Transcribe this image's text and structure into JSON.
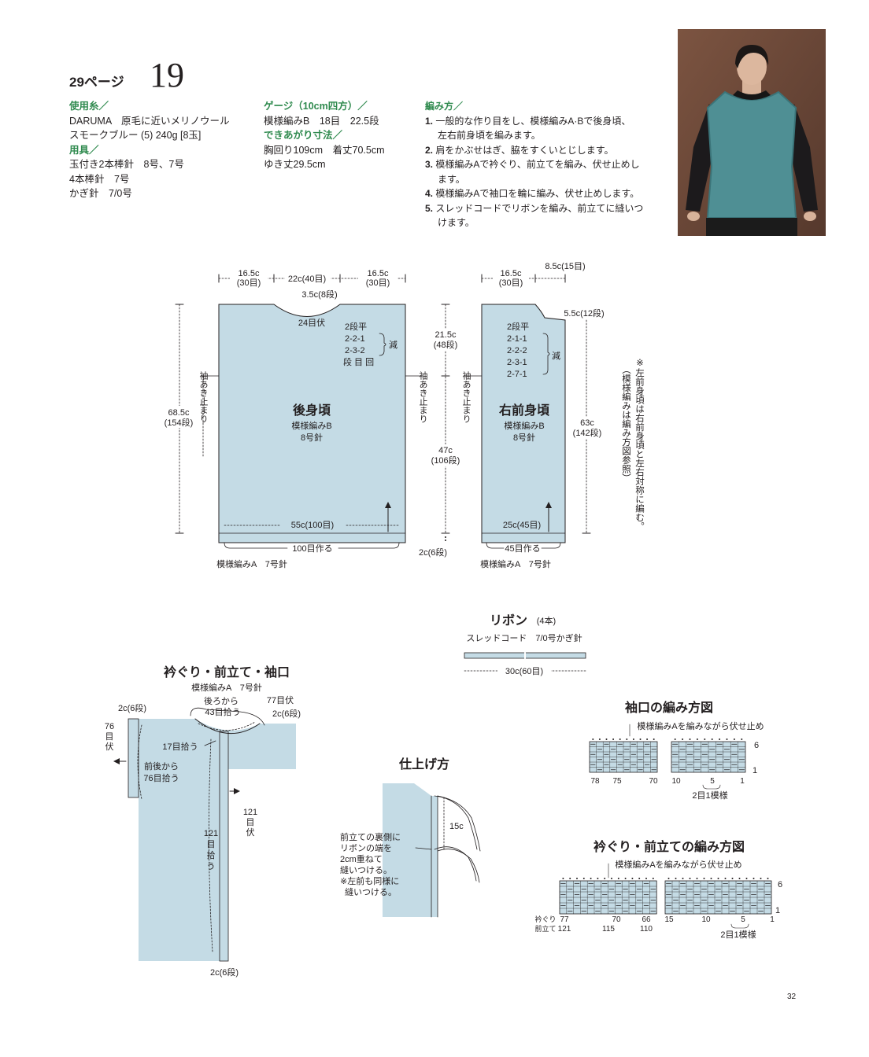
{
  "header": {
    "page_ref": "29ページ",
    "pattern_no": "19"
  },
  "materials": {
    "yarn_label": "使用糸／",
    "yarn_lines": [
      "DARUMA　原毛に近いメリノウール",
      "スモークブルー (5) 240g [8玉]"
    ],
    "tools_label": "用具／",
    "tool_lines": [
      "玉付き2本棒針　8号、7号",
      "4本棒針　7号",
      "かぎ針　7/0号"
    ]
  },
  "gauge": {
    "gauge_label": "ゲージ（10cm四方）／",
    "gauge_line": "模様編みB　18目　22.5段",
    "size_label": "できあがり寸法／",
    "size_lines": [
      "胸回り109cm　着丈70.5cm",
      "ゆき丈29.5cm"
    ]
  },
  "method": {
    "label": "編み方／",
    "steps": [
      {
        "n": "1.",
        "t": "一般的な作り目をし、模様編みA·Bで後身頃、",
        "t2": "左右前身頃を編みます。"
      },
      {
        "n": "2.",
        "t": "肩をかぶせはぎ、脇をすくいとじします。",
        "t2": ""
      },
      {
        "n": "3.",
        "t": "模様編みAで衿ぐり、前立てを編み、伏せ止めし",
        "t2": "ます。"
      },
      {
        "n": "4.",
        "t": "模様編みAで袖口を輪に編み、伏せ止めします。",
        "t2": ""
      },
      {
        "n": "5.",
        "t": "スレッドコードでリボンを編み、前立てに縫いつ",
        "t2": "けます。"
      }
    ]
  },
  "back": {
    "w_side_l": "16.5c",
    "w_side_l_r": "(30目)",
    "w_mid": "22c(40目)",
    "w_side_r": "16.5c",
    "w_side_r_r": "(30目)",
    "neck_depth": "3.5c(8段)",
    "neck_bo": "24目伏",
    "dec1": "2段平",
    "dec2": "2-2-1",
    "dec3": "2-3-2",
    "dec4": "段 目 回",
    "dec_label": "減",
    "title": "後身頃",
    "pattern": "模様編みB",
    "needle": "8号針",
    "height": "68.5c",
    "height_r": "(154段)",
    "armhole_l": "袖あき止まり",
    "armhole_r": "袖あき止まり",
    "width": "55c(100目)",
    "cast_on": "100目作る",
    "rib": "模様編みA　7号針"
  },
  "mid_dims": {
    "upper": "21.5c",
    "upper_r": "(48段)",
    "lower": "47c",
    "lower_r": "(106段)",
    "rib": "2c(6段)"
  },
  "front": {
    "w_side": "16.5c",
    "w_side_r": "(30目)",
    "w_neck": "8.5c(15目)",
    "neck_depth": "5.5c(12段)",
    "dec1": "2段平",
    "dec2": "2-1-1",
    "dec3": "2-2-2",
    "dec4": "2-3-1",
    "dec5": "2-7-1",
    "dec_label": "減",
    "armhole": "袖あき止まり",
    "title": "右前身頃",
    "pattern": "模様編みB",
    "needle": "8号針",
    "height": "63c",
    "height_r": "(142段)",
    "width": "25c(45目)",
    "cast_on": "45目作る",
    "rib": "模様編みA　7号針",
    "note": "※左前身頃は右前身頃と左右対称に編む。",
    "note2": "（模様編みは編み方図参照）"
  },
  "ribbon": {
    "title": "リボン",
    "count": "(4本)",
    "sub": "スレッドコード　7/0号かぎ針",
    "length": "30c(60目)"
  },
  "collar": {
    "title": "衿ぐり・前立て・袖口",
    "sub": "模様編みA　7号針",
    "l1": "2c(6段)",
    "l2": "後ろから",
    "l3": "43目拾う",
    "l4": "77目伏",
    "l5": "2c(6段)",
    "l6": "76",
    "l7": "目",
    "l8": "伏",
    "l9": "17目拾う",
    "l10": "前後から",
    "l11": "76目拾う",
    "l12": "121",
    "l13": "目",
    "l14": "伏",
    "l15": "121",
    "l16": "目",
    "l17": "拾",
    "l18": "う",
    "l19": "2c(6段)"
  },
  "finish": {
    "title": "仕上げ方",
    "len": "15c",
    "n1": "前立ての裏側に",
    "n2": "リボンの端を",
    "n3": "2cm重ねて",
    "n4": "縫いつける。",
    "n5": "※左前も同様に",
    "n6": "縫いつける。"
  },
  "cuff_chart": {
    "title": "袖口の編み方図",
    "top": "模様編みAを編みながら伏せ止め",
    "row6": "6",
    "row1": "1",
    "x78": "78",
    "x75": "75",
    "x70": "70",
    "x10": "10",
    "x5": "5",
    "x1": "1",
    "repeat": "2目1模様"
  },
  "collar_chart": {
    "title": "衿ぐり・前立ての編み方図",
    "top": "模様編みAを編みながら伏せ止め",
    "row6": "6",
    "row1": "1",
    "lab1": "衿ぐり",
    "lab2": "前立て",
    "a77": "77",
    "a70": "70",
    "a66": "66",
    "b121": "121",
    "b115": "115",
    "b110": "110",
    "x15": "15",
    "x10": "10",
    "x5": "5",
    "x1": "1",
    "repeat": "2目1模様"
  },
  "page_number": "32",
  "colors": {
    "accent": "#2f8a4e",
    "fabric": "#c4dbe5",
    "line": "#231f20"
  }
}
